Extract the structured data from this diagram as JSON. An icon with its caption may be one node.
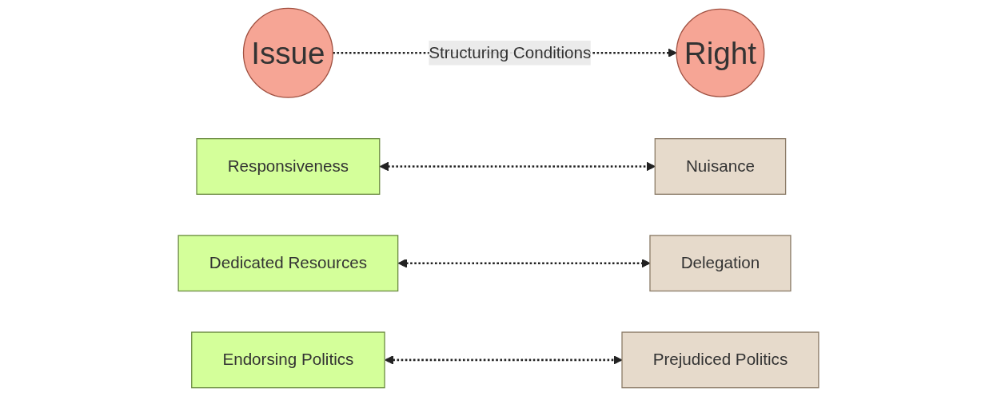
{
  "diagram": {
    "nodes": [
      {
        "text": [
          "Issue"
        ]
      },
      {
        "text": [
          "Responsiveness"
        ]
      },
      {
        "text": [
          "Dedicated Resources"
        ]
      },
      {
        "text": [
          "Endorsing Politics"
        ]
      },
      {
        "text": [
          "Nuisance"
        ]
      },
      {
        "text": [
          "Delegation"
        ]
      },
      {
        "text": [
          "Prejudiced Politics"
        ]
      },
      {
        "text": [
          "Right"
        ]
      }
    ],
    "edges": [
      {
        "from": 0,
        "to": 7,
        "arrow": "to",
        "label": "Structuring Conditions",
        "style": "dashed"
      },
      {
        "from": 1,
        "to": 4,
        "arrow": "both",
        "style": "dashed"
      },
      {
        "from": 2,
        "to": 5,
        "arrow": "both",
        "style": "dashed"
      },
      {
        "from": 3,
        "to": 6,
        "arrow": "both",
        "style": "dashed"
      }
    ]
  }
}
